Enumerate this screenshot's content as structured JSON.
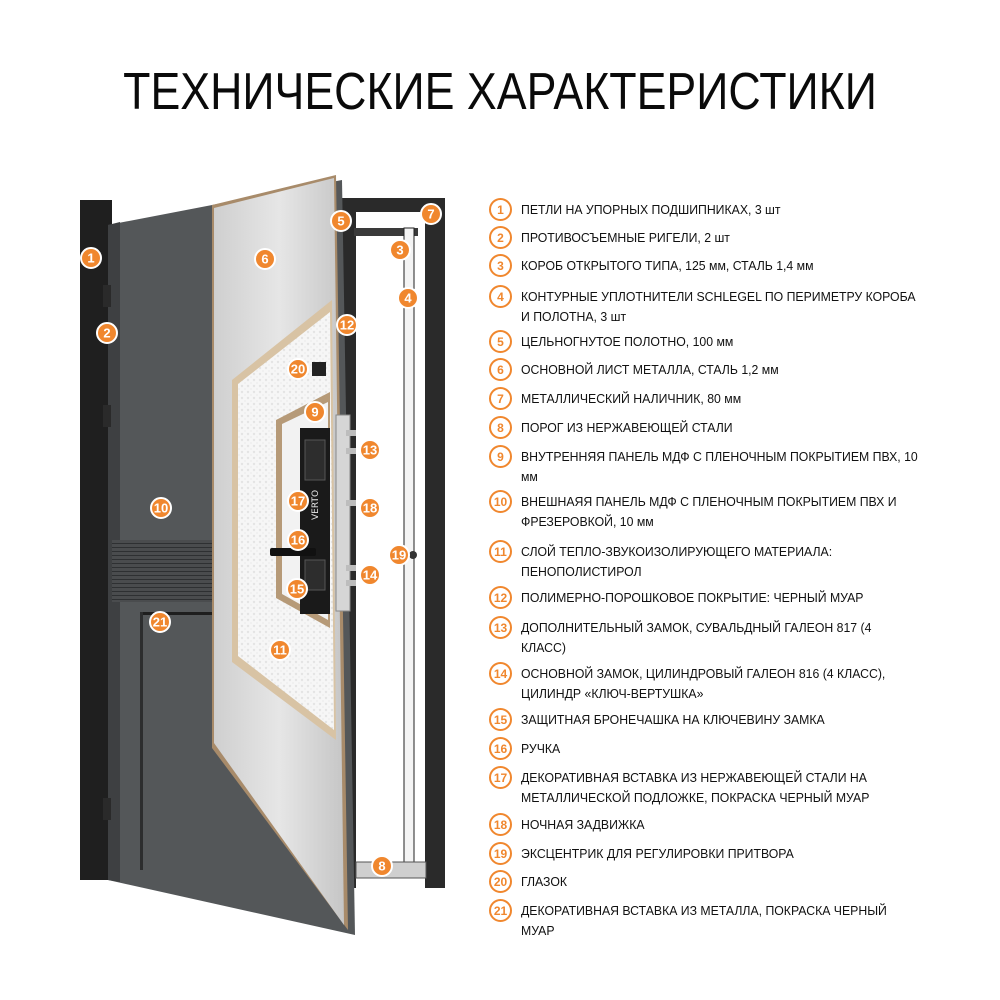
{
  "title": "ТЕХНИЧЕСКИЕ ХАРАКТЕРИСТИКИ",
  "accent_color": "#f0872e",
  "door_brand_text": "VERTO",
  "specs": [
    {
      "num": "1",
      "text": "ПЕТЛИ НА УПОРНЫХ ПОДШИПНИКАХ, 3 шт"
    },
    {
      "num": "2",
      "text": "ПРОТИВОСЪЕМНЫЕ РИГЕЛИ, 2 шт"
    },
    {
      "num": "3",
      "text": "КОРОБ ОТКРЫТОГО ТИПА, 125 мм, СТАЛЬ 1,4 мм"
    },
    {
      "num": "4",
      "text": "КОНТУРНЫЕ УПЛОТНИТЕЛИ SCHLEGEL ПО ПЕРИМЕТРУ КОРОБА И ПОЛОТНА, 3 шт"
    },
    {
      "num": "5",
      "text": "ЦЕЛЬНОГНУТОЕ ПОЛОТНО, 100 мм"
    },
    {
      "num": "6",
      "text": "ОСНОВНОЙ ЛИСТ МЕТАЛЛА, СТАЛЬ 1,2 мм"
    },
    {
      "num": "7",
      "text": "МЕТАЛЛИЧЕСКИЙ НАЛИЧНИК, 80 мм"
    },
    {
      "num": "8",
      "text": "ПОРОГ ИЗ НЕРЖАВЕЮЩЕЙ СТАЛИ"
    },
    {
      "num": "9",
      "text": "ВНУТРЕННЯЯ ПАНЕЛЬ МДФ С ПЛЕНОЧНЫМ ПОКРЫТИЕМ ПВХ, 10 мм"
    },
    {
      "num": "10",
      "text": "ВНЕШНАЯЯ ПАНЕЛЬ МДФ С ПЛЕНОЧНЫМ ПОКРЫТИЕМ ПВХ И ФРЕЗЕРОВКОЙ, 10 мм"
    },
    {
      "num": "11",
      "text": "СЛОЙ ТЕПЛО-ЗВУКОИЗОЛИРУЮЩЕГО МАТЕРИАЛА: ПЕНОПОЛИСТИРОЛ"
    },
    {
      "num": "12",
      "text": "ПОЛИМЕРНО-ПОРОШКОВОЕ ПОКРЫТИЕ: ЧЕРНЫЙ МУАР"
    },
    {
      "num": "13",
      "text": "ДОПОЛНИТЕЛЬНЫЙ ЗАМОК, СУВАЛЬДНЫЙ ГАЛЕОН 817 (4 КЛАСС)"
    },
    {
      "num": "14",
      "text": "ОСНОВНОЙ ЗАМОК, ЦИЛИНДРОВЫЙ ГАЛЕОН 816 (4 КЛАСС), ЦИЛИНДР «КЛЮЧ-ВЕРТУШКА»"
    },
    {
      "num": "15",
      "text": "ЗАЩИТНАЯ БРОНЕЧАШКА НА КЛЮЧЕВИНУ ЗАМКА"
    },
    {
      "num": "16",
      "text": "РУЧКА"
    },
    {
      "num": "17",
      "text": "ДЕКОРАТИВНАЯ ВСТАВКА ИЗ НЕРЖАВЕЮЩЕЙ СТАЛИ НА МЕТАЛЛИЧЕСКОЙ ПОДЛОЖКЕ, ПОКРАСКА ЧЕРНЫЙ МУАР"
    },
    {
      "num": "18",
      "text": "НОЧНАЯ ЗАДВИЖКА"
    },
    {
      "num": "19",
      "text": "ЭКСЦЕНТРИК ДЛЯ РЕГУЛИРОВКИ ПРИТВОРА"
    },
    {
      "num": "20",
      "text": "ГЛАЗОК"
    },
    {
      "num": "21",
      "text": "ДЕКОРАТИВНАЯ ВСТАВКА ИЗ МЕТАЛЛА, ПОКРАСКА ЧЕРНЫЙ МУАР"
    }
  ],
  "markers": [
    "1",
    "2",
    "3",
    "4",
    "5",
    "6",
    "7",
    "8",
    "9",
    "10",
    "11",
    "12",
    "13",
    "14",
    "15",
    "16",
    "17",
    "18",
    "19",
    "20",
    "21"
  ]
}
